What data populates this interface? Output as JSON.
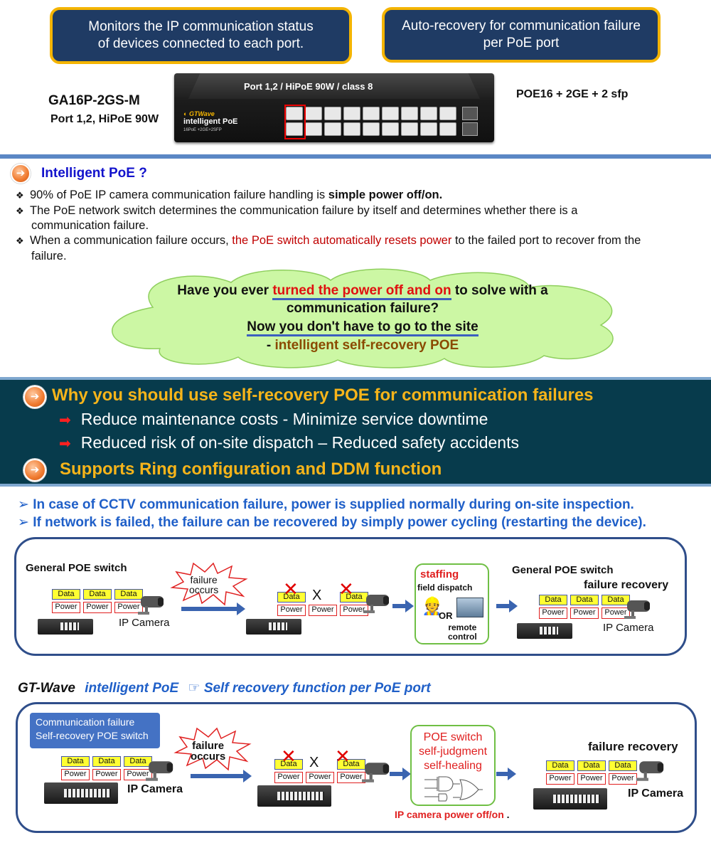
{
  "callouts": {
    "left_line1": "Monitors the IP communication status",
    "left_line2": "of devices connected to each port.",
    "right_line1": "Auto-recovery for communication failure",
    "right_line2": "per PoE port"
  },
  "product": {
    "model": "GA16P-2GS-M",
    "model_sub": "Port 1,2, HiPoE 90W",
    "device_top_label": "Port 1,2 / HiPoE 90W / class 8",
    "spec_right": "POE16 + 2GE + 2 sfp",
    "brand": "GTWave",
    "brand_line": "intelligent PoE",
    "brand_small": "16PoE +2GE+2SFP"
  },
  "intelligent": {
    "heading": "Intelligent PoE ?",
    "b1_pre": "90% of PoE IP camera communication failure handling is ",
    "b1_bold": "simple power off/on.",
    "b2_line1": "The PoE network switch determines the communication failure by itself  and determines whether there is a",
    "b2_line2": "communication failure.",
    "b3_pre": "When a communication failure occurs, ",
    "b3_red": "the PoE switch automatically resets power",
    "b3_post": " to the failed port to recover from the",
    "b3_line2": "failure."
  },
  "cloud": {
    "l1_pre": "Have you ever ",
    "l1_red": "turned the power off and on",
    "l1_post": " to solve with a",
    "l2": "communication failure?",
    "l3": "Now you don't have to go to the site",
    "l4_dash": "- ",
    "l4_brown": "intelligent self-recovery POE"
  },
  "band": {
    "title1": "Why you should use self-recovery POE for communication failures",
    "line1": "Reduce maintenance costs  - Minimize service downtime",
    "line2": "Reduced risk of on-site dispatch – Reduced safety accidents",
    "title2": "Supports Ring configuration  and DDM function",
    "accent_color": "#f6b41a",
    "bg_color": "#073b4c"
  },
  "notes": {
    "n1": "In case of CCTV communication failure, power is supplied normally during on-site  inspection.",
    "n2": "If network is failed, the failure can be recovered by simply power cycling (restarting the device)."
  },
  "general_diagram": {
    "title": "General POE switch",
    "failure": "failure occurs",
    "failure_l1": "failure",
    "failure_l2": "occurs",
    "camera": "IP Camera",
    "staffing": "staffing",
    "field_dispatch": "field dispatch",
    "or": "OR",
    "remote_l1": "remote",
    "remote_l2": "control",
    "title_right": "General POE switch",
    "recovery": "failure recovery",
    "x_mark": "X"
  },
  "gtwave_heading": {
    "brand": "GT-Wave",
    "mid": "intelligent  PoE",
    "pointer": "☞",
    "tail": "Self recovery  function per PoE port"
  },
  "gtwave_diagram": {
    "box_l1": "Communication failure",
    "box_l2": "Self-recovery POE switch",
    "failure_l1": "failure",
    "failure_l2": "occurs",
    "camera": "IP Camera",
    "green_l1": "POE switch",
    "green_l2": "self-judgment",
    "green_l3": "self-healing",
    "power_cycle": "IP camera power off/on",
    "dot": ".",
    "recovery": "failure recovery",
    "x_mark": "X"
  },
  "chip_labels": {
    "data": "Data",
    "power": "Power"
  }
}
